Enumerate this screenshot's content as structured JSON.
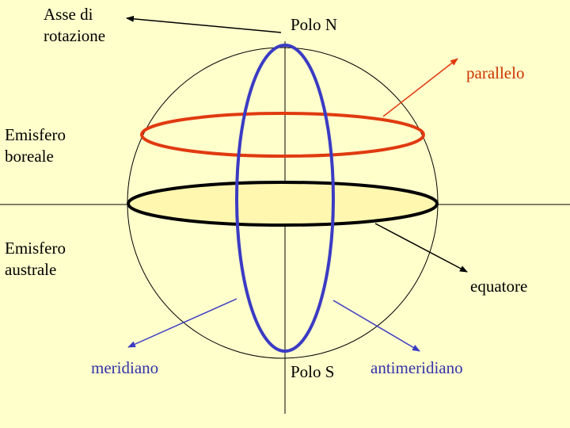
{
  "labels": {
    "axis_line1": "Asse di",
    "axis_line2": "rotazione",
    "north_pole": "Polo N",
    "south_pole": "Polo S",
    "parallel": "parallelo",
    "north_hemisphere_line1": "Emisfero",
    "north_hemisphere_line2": "boreale",
    "south_hemisphere_line1": "Emisfero",
    "south_hemisphere_line2": "australe",
    "equator": "equatore",
    "meridian": "meridiano",
    "antimeridian": "antimeridiano"
  },
  "colors": {
    "background": "#ffffcc",
    "parallel": "#e03a10",
    "parallel_label": "#cc3300",
    "meridian": "#3b3bc4",
    "meridian_label": "#3333aa",
    "equator_fill": "#fff7b0",
    "equator_stroke": "#000000",
    "outline": "#000000"
  }
}
